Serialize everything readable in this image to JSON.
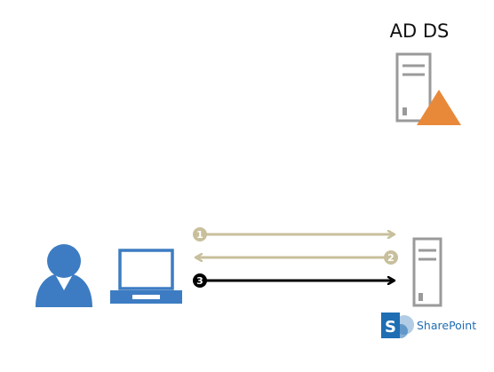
{
  "ad_ds": {
    "label": "AD DS",
    "warning_color": "#e8893a",
    "server_icon": "server-icon",
    "warning_icon": "warning-triangle-icon"
  },
  "client": {
    "user_icon": "user-icon",
    "laptop_icon": "laptop-icon",
    "icon_color": "#3d7cc2"
  },
  "sharepoint": {
    "label": "SharePoint",
    "logo_letter": "S",
    "server_icon": "server-icon",
    "brand_color": "#1f6db3"
  },
  "steps": [
    {
      "number": "1",
      "direction": "to-server",
      "color": "#c8bf9c"
    },
    {
      "number": "2",
      "direction": "to-client",
      "color": "#c8bf9c"
    },
    {
      "number": "3",
      "direction": "to-server",
      "color": "#000000"
    }
  ]
}
